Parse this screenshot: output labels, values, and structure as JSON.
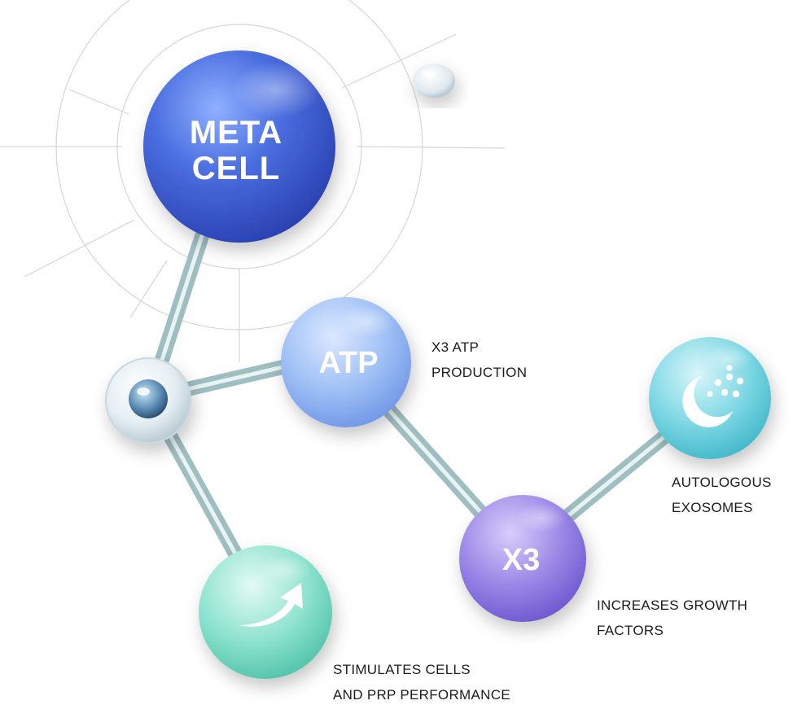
{
  "nodes": {
    "meta_cell": {
      "line1": "META",
      "line2": "CELL"
    },
    "atp": {
      "title": "ATP",
      "caption1": "X3 ATP",
      "caption2": "PRODUCTION"
    },
    "x3": {
      "title": "X3",
      "caption1": "INCREASES GROWTH",
      "caption2": "FACTORS"
    },
    "exosomes": {
      "icon": "moon-dots-icon",
      "caption1": "AUTOLOGOUS",
      "caption2": "EXOSOMES"
    },
    "stimulates": {
      "icon": "curved-arrow-up-icon",
      "caption1": "STIMULATES CELLS",
      "caption2": "AND PRP PERFORMANCE"
    }
  },
  "colors": {
    "meta_cell": "#3f5fd6",
    "atp": "#9fc0f5",
    "x3": "#9a87e6",
    "exosomes": "#7fd8e4",
    "stimulates": "#8fe3cf",
    "connector": "#b9d3d6",
    "text": "#1c1c1c"
  }
}
